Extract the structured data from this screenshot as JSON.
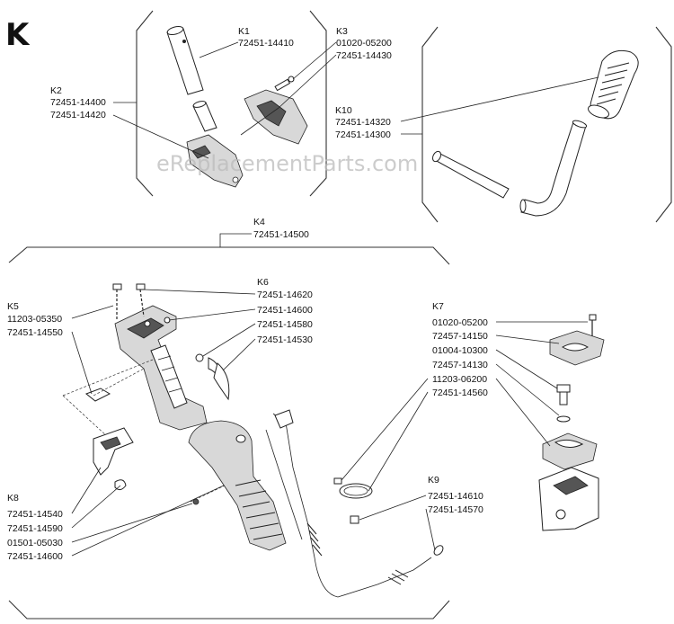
{
  "section_letter": "K",
  "watermark": "eReplacementParts.com",
  "groups": {
    "k1": {
      "key": "K1",
      "parts": [
        "72451-14410"
      ]
    },
    "k2": {
      "key": "K2",
      "parts": [
        "72451-14400",
        "72451-14420"
      ]
    },
    "k3": {
      "key": "K3",
      "parts": [
        "01020-05200",
        "72451-14430"
      ]
    },
    "k4": {
      "key": "K4",
      "parts": [
        "72451-14500"
      ]
    },
    "k5": {
      "key": "K5",
      "parts": [
        "11203-05350",
        "72451-14550"
      ]
    },
    "k6": {
      "key": "K6",
      "parts": [
        "72451-14620",
        "72451-14600",
        "72451-14580",
        "72451-14530"
      ]
    },
    "k7": {
      "key": "K7",
      "parts": [
        "01020-05200",
        "72457-14150",
        "01004-10300",
        "72457-14130",
        "11203-06200",
        "72451-14560"
      ]
    },
    "k8": {
      "key": "K8",
      "parts": [
        "72451-14540",
        "72451-14590",
        "01501-05030",
        "72451-14600"
      ]
    },
    "k9": {
      "key": "K9",
      "parts": [
        "72451-14610",
        "72451-14570"
      ]
    },
    "k10": {
      "key": "K10",
      "parts": [
        "72451-14320",
        "72451-14300"
      ]
    }
  }
}
